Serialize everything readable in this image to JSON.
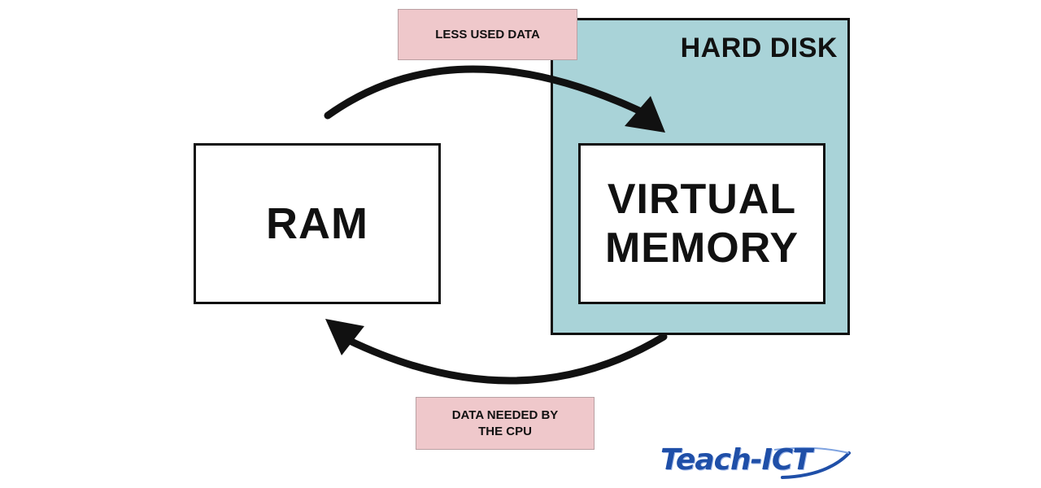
{
  "diagram": {
    "hard_disk_label": "HARD DISK",
    "virtual_memory_line1": "VIRTUAL",
    "virtual_memory_line2": "MEMORY",
    "ram_label": "RAM",
    "top_flow_label": "LESS USED DATA",
    "bottom_flow_label_line1": "DATA NEEDED BY",
    "bottom_flow_label_line2": "THE CPU",
    "logo_text": "Teach-ICT",
    "colors": {
      "hard_disk_fill": "#a9d3d8",
      "label_fill": "#efc8cb",
      "outline": "#111111",
      "logo": "#1f4fa8"
    }
  }
}
